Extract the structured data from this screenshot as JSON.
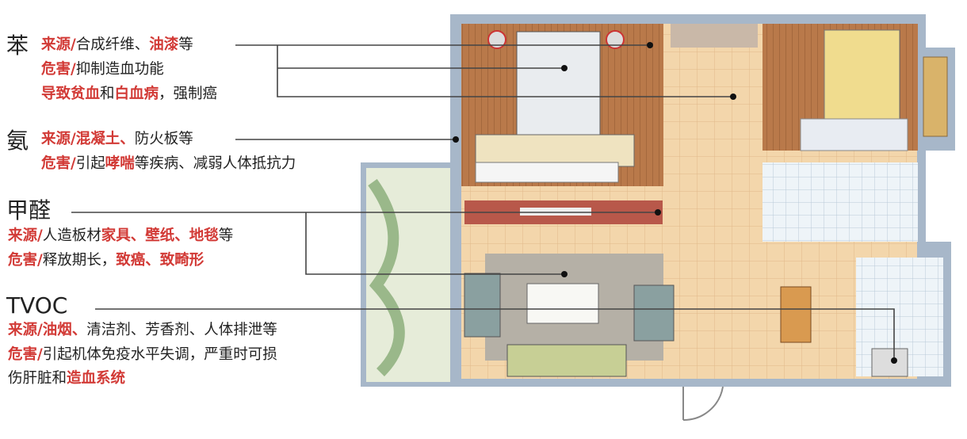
{
  "colors": {
    "accent": "#d23a36",
    "text": "#222222",
    "wall": "#9fb0c2",
    "tile": "#f2d6ac",
    "wood": "#b4764a"
  },
  "pollutants": [
    {
      "name": "苯",
      "lines": [
        [
          {
            "t": "来源/",
            "red": true
          },
          {
            "t": "合成纤维、",
            "red": false
          },
          {
            "t": "油漆",
            "red": true
          },
          {
            "t": "等",
            "red": false
          }
        ],
        [
          {
            "t": "危害/",
            "red": true
          },
          {
            "t": "抑制造血功能",
            "red": false
          }
        ],
        [
          {
            "t": "导致贫血",
            "red": true
          },
          {
            "t": "和",
            "red": false
          },
          {
            "t": "白血病",
            "red": true
          },
          {
            "t": "，强制癌",
            "red": false
          }
        ]
      ]
    },
    {
      "name": "氨",
      "lines": [
        [
          {
            "t": "来源/混凝土、",
            "red": true
          },
          {
            "t": "防火板等",
            "red": false
          }
        ],
        [
          {
            "t": "危害/",
            "red": true
          },
          {
            "t": "引起",
            "red": false
          },
          {
            "t": "哮喘",
            "red": true
          },
          {
            "t": "等疾病、减弱人体抵抗力",
            "red": false
          }
        ]
      ]
    },
    {
      "name": "甲醛",
      "lines": [
        [
          {
            "t": "来源/",
            "red": true
          },
          {
            "t": "人造板材",
            "red": false
          },
          {
            "t": "家具、壁纸、地毯",
            "red": true
          },
          {
            "t": "等",
            "red": false
          }
        ],
        [
          {
            "t": "危害/",
            "red": true
          },
          {
            "t": "释放期长，",
            "red": false
          },
          {
            "t": "致癌、致畸形",
            "red": true
          }
        ]
      ]
    },
    {
      "name": "TVOC",
      "lines": [
        [
          {
            "t": "来源/油烟、",
            "red": true
          },
          {
            "t": "清洁剂、芳香剂、人体排泄等",
            "red": false
          }
        ],
        [
          {
            "t": "危害/",
            "red": true
          },
          {
            "t": "引起机体免疫水平失调，严重时可损",
            "red": false
          }
        ],
        [
          {
            "t": "伤肝脏和",
            "red": false
          },
          {
            "t": "造血系统",
            "red": true
          }
        ]
      ]
    }
  ]
}
